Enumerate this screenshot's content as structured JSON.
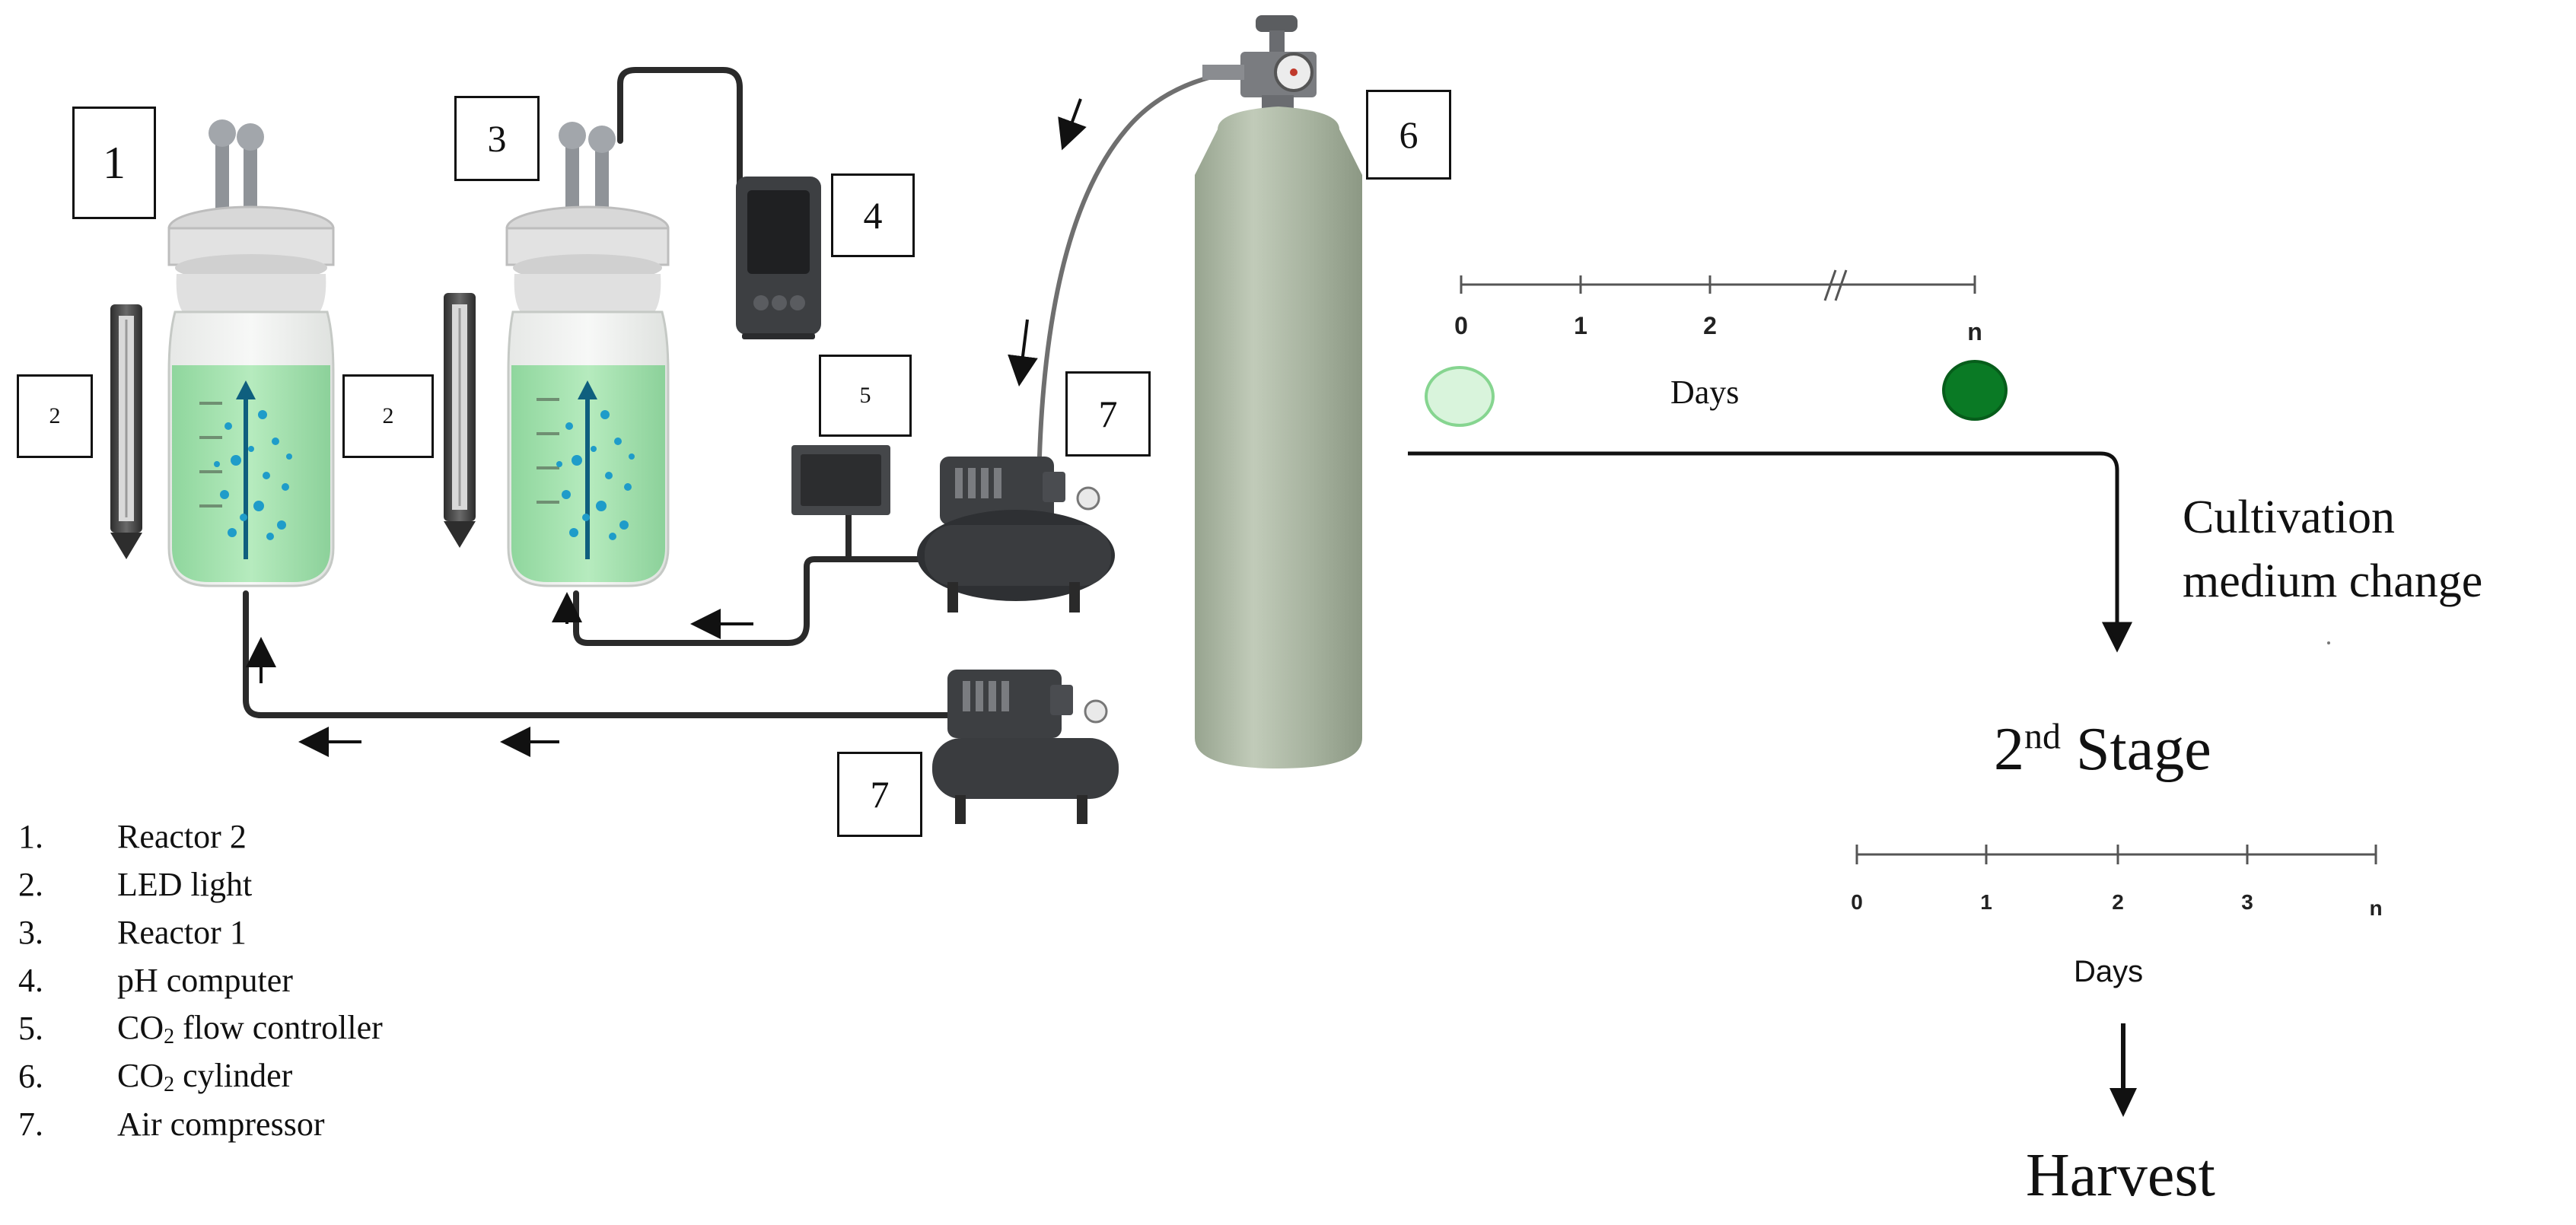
{
  "labels": {
    "box1": "1",
    "box2a": "2",
    "box2b": "2",
    "box3": "3",
    "box4": "4",
    "box5": "5",
    "box6": "6",
    "box7a": "7",
    "box7b": "7"
  },
  "legend": [
    {
      "num": "1.",
      "text": "Reactor 2"
    },
    {
      "num": "2.",
      "text": "LED light"
    },
    {
      "num": "3.",
      "text": "Reactor 1"
    },
    {
      "num": "4.",
      "text": "pH computer"
    },
    {
      "num": "5.",
      "text": "CO",
      "sub": "2",
      "after": " flow controller"
    },
    {
      "num": "6.",
      "text": "CO",
      "sub": "2",
      "after": " cylinder"
    },
    {
      "num": "7.",
      "text": "Air compressor"
    }
  ],
  "timeline1": {
    "ticks": [
      "0",
      "1",
      "2",
      "n"
    ],
    "axis_label": "Days"
  },
  "medium_change": {
    "line1": "Cultivation",
    "line2": "medium change"
  },
  "stage2": {
    "prefix": "2",
    "sup": "nd",
    "suffix": " Stage"
  },
  "timeline2": {
    "ticks": [
      "0",
      "1",
      "2",
      "3",
      "n"
    ],
    "axis_label": "Days"
  },
  "harvest": "Harvest",
  "colors": {
    "medium_green": "#a8e0b4",
    "bubble_blue": "#1f9cc9",
    "cylinder": "#a9b5a2",
    "dark_device": "#3d3f42",
    "start_dot": "#d9f4dc",
    "end_dot": "#0a7a25"
  }
}
